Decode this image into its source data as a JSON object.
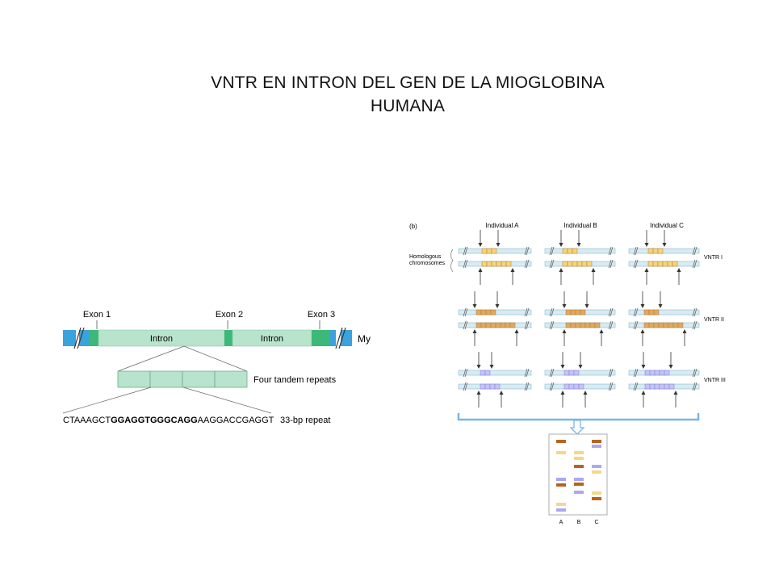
{
  "slide": {
    "title_line1": "VNTR EN INTRON DEL GEN DE LA MIOGLOBINA",
    "title_line2": "HUMANA"
  },
  "panel_a": {
    "exon_labels": [
      "Exon 1",
      "Exon 2",
      "Exon 3"
    ],
    "intron_labels": [
      "Intron",
      "Intron"
    ],
    "gene_label": "My",
    "repeats_label": "Four tandem repeats",
    "repeat_count": 4,
    "sequence_prefix": "CTAAAGCT",
    "sequence_bold": "GGAGGTGGGCAGG",
    "sequence_suffix": "AAGGACCGAGGT",
    "repeat_length_label": "33-bp repeat",
    "colors": {
      "exon": "#3cb878",
      "intron": "#b8e3cc",
      "flank": "#3aa2dc"
    }
  },
  "panel_b": {
    "panel_label": "(b)",
    "individuals": [
      "Individual A",
      "Individual B",
      "Individual C"
    ],
    "homologous_label_line1": "Homologous",
    "homologous_label_line2": "chromosomes",
    "vntr_labels": [
      "VNTR I",
      "VNTR II",
      "VNTR III"
    ],
    "vntr_repeats": [
      [
        [
          3,
          6
        ],
        [
          3,
          6
        ],
        [
          3,
          6
        ]
      ],
      [
        [
          4,
          8
        ],
        [
          4,
          7
        ],
        [
          3,
          8
        ]
      ],
      [
        [
          2,
          4
        ],
        [
          3,
          4
        ],
        [
          5,
          6
        ]
      ]
    ],
    "vntr_colors": [
      "#f6d57a",
      "#e0a860",
      "#c4c4f4"
    ],
    "gel_lanes": [
      "A",
      "B",
      "C"
    ],
    "gel_colors": [
      "#b5651d",
      "#f5d78a",
      "#a9a9f0"
    ]
  }
}
